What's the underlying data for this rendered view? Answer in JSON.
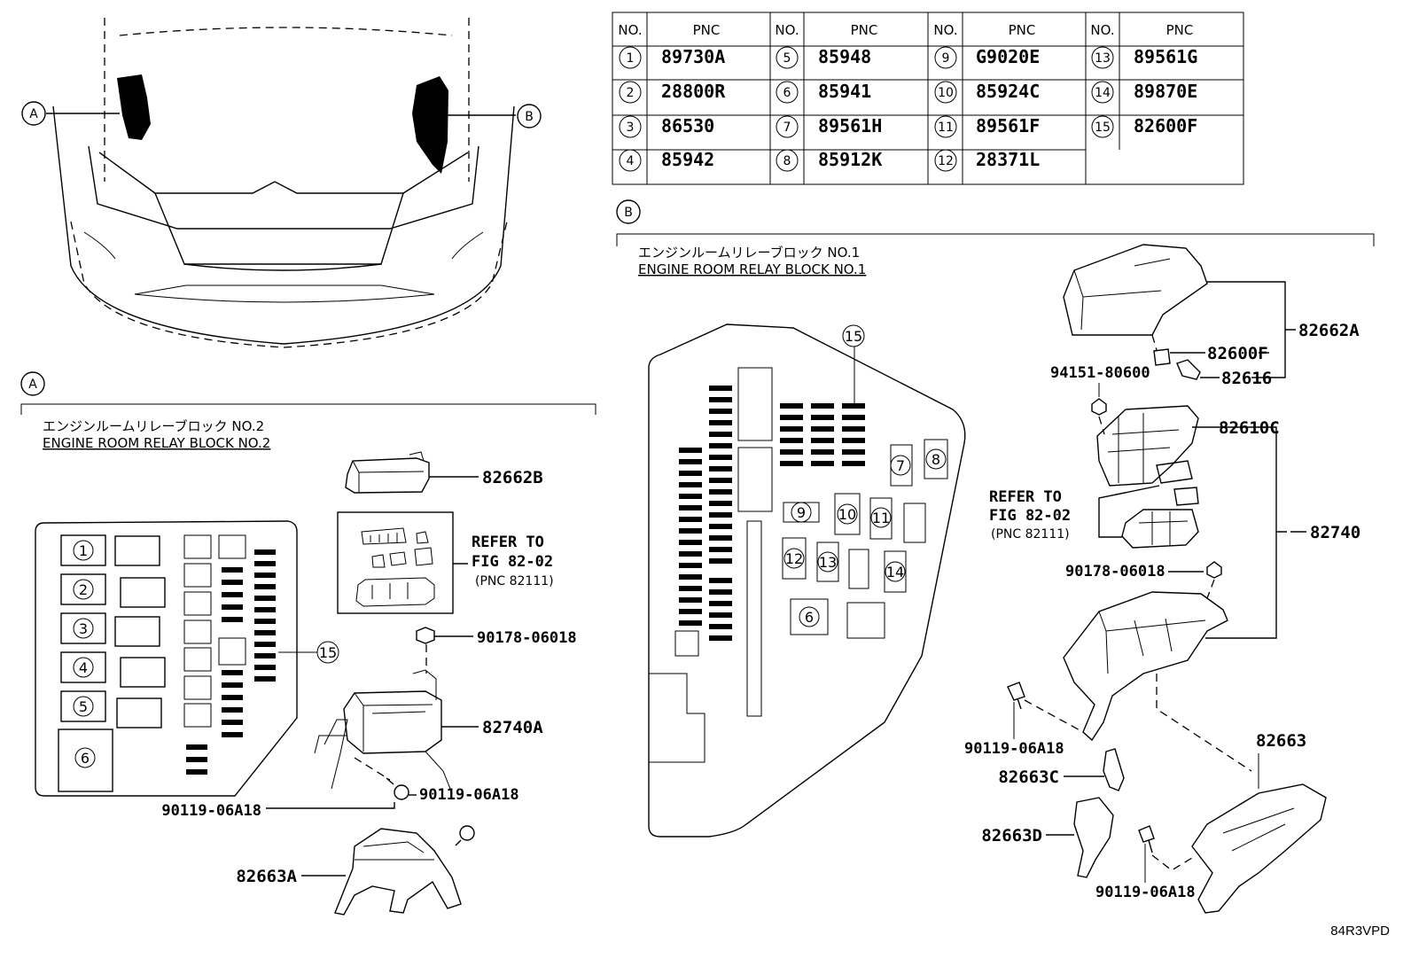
{
  "table": {
    "headers": [
      {
        "no": "NO.",
        "pnc": "PNC"
      },
      {
        "no": "NO.",
        "pnc": "PNC"
      },
      {
        "no": "NO.",
        "pnc": "PNC"
      },
      {
        "no": "NO.",
        "pnc": "PNC"
      }
    ],
    "columns": [
      [
        {
          "no": "1",
          "pnc": "89730A"
        },
        {
          "no": "2",
          "pnc": "28800R"
        },
        {
          "no": "3",
          "pnc": "86530"
        },
        {
          "no": "4",
          "pnc": "85942"
        }
      ],
      [
        {
          "no": "5",
          "pnc": "85948"
        },
        {
          "no": "6",
          "pnc": "85941"
        },
        {
          "no": "7",
          "pnc": "89561H"
        },
        {
          "no": "8",
          "pnc": "85912K"
        }
      ],
      [
        {
          "no": "9",
          "pnc": "G9020E"
        },
        {
          "no": "10",
          "pnc": "85924C"
        },
        {
          "no": "11",
          "pnc": "89561F"
        },
        {
          "no": "12",
          "pnc": "28371L"
        }
      ],
      [
        {
          "no": "13",
          "pnc": "89561G"
        },
        {
          "no": "14",
          "pnc": "89870E"
        },
        {
          "no": "15",
          "pnc": "82600F"
        }
      ]
    ]
  },
  "overview": {
    "marker_a": "A",
    "marker_b": "B"
  },
  "section_a": {
    "marker": "A",
    "title_jp": "エンジンルームリレーブロック NO.2",
    "title_en": "ENGINE ROOM RELAY BLOCK NO.2",
    "fuse_labels": [
      "1",
      "2",
      "3",
      "4",
      "5",
      "6"
    ],
    "callout_15": "15",
    "refer_line1": "REFER TO",
    "refer_line2": "FIG 82-02",
    "refer_line3": "(PNC 82111)",
    "parts": {
      "cover": "82662B",
      "nut": "90178-06018",
      "block": "82740A",
      "bolt_left": "90119-06A18",
      "bolt_right": "90119-06A18",
      "bracket": "82663A"
    }
  },
  "section_b": {
    "marker": "B",
    "title_jp": "エンジンルームリレーブロック NO.1",
    "title_en": "ENGINE ROOM RELAY BLOCK NO.1",
    "callouts": [
      "15",
      "7",
      "8",
      "9",
      "10",
      "11",
      "12",
      "13",
      "14",
      "6"
    ],
    "refer_line1": "REFER TO",
    "refer_line2": "FIG 82-02",
    "refer_line3": "(PNC 82111)",
    "parts": {
      "cover": "82662A",
      "fuse_puller": "82600F",
      "clip": "82616",
      "screw": "94151-80600",
      "block": "82610C",
      "assembly": "82740",
      "nut": "90178-06018",
      "bolt_upper": "90119-06A18",
      "bracket": "82663",
      "bracket_c": "82663C",
      "bracket_d": "82663D",
      "bolt_lower": "90119-06A18"
    }
  },
  "footer": {
    "code": "84R3VPD"
  }
}
